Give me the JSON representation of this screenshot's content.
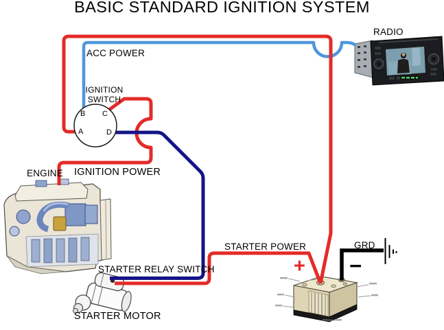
{
  "title": "BASIC STANDARD IGNITION SYSTEM",
  "labels": {
    "acc_power": "ACC POWER",
    "radio": "RADIO",
    "ignition_switch": "IGNITION SWITCH",
    "engine": "ENGINE",
    "ignition_power": "IGNITION POWER",
    "starter_power": "STARTER POWER",
    "starter_relay_switch": "STARTER RELAY SWITCH",
    "starter_motor": "STARTER MOTOR",
    "grd": "GRD",
    "battery_plus": "+",
    "battery_minus": "−"
  },
  "ignition_switch_terminals": {
    "b": "B",
    "c": "C",
    "a": "A",
    "d": "D"
  },
  "colors": {
    "background": "#ffffff",
    "text": "#000000",
    "wire_red": "#e32b28",
    "wire_dark_blue": "#141487",
    "wire_light_blue": "#5096db",
    "wire_black": "#000000"
  }
}
